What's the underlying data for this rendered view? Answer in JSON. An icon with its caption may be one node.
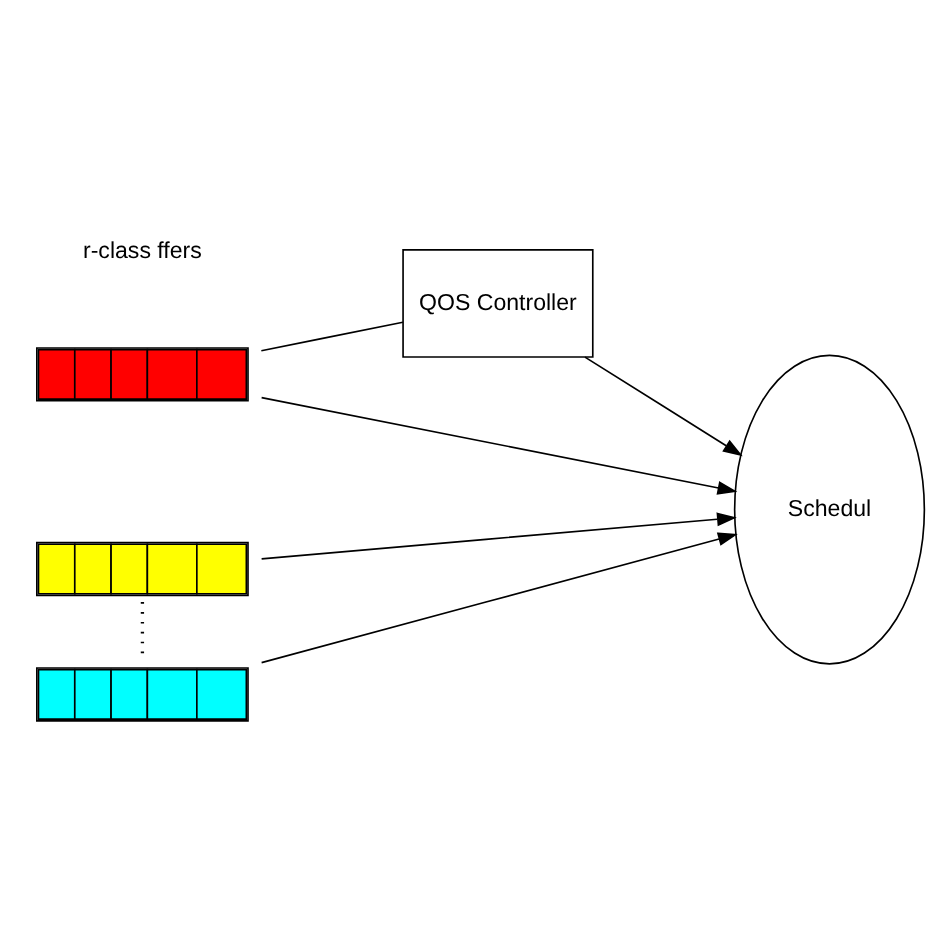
{
  "diagram": {
    "nodes": [
      {
        "text": [
          "QOS Controller"
        ]
      },
      {
        "text": [],
        "shape": "bar"
      },
      {
        "text": [],
        "shape": "bar"
      },
      {
        "text": [],
        "shape": "bar"
      },
      {
        "text": [
          "Schedul"
        ]
      }
    ],
    "edges": [
      {
        "from": 1,
        "to": 0,
        "arrow": "none"
      },
      {
        "from": 0,
        "to": 4,
        "arrow": "to"
      },
      {
        "from": 1,
        "to": 4,
        "arrow": "to"
      },
      {
        "from": 2,
        "to": 4,
        "arrow": "to"
      },
      {
        "from": 2,
        "to": 3,
        "arrow": "none",
        "style": "dashed"
      },
      {
        "from": 3,
        "to": 4,
        "arrow": "to"
      }
    ],
    "labels": [
      "r-class ffers"
    ]
  }
}
